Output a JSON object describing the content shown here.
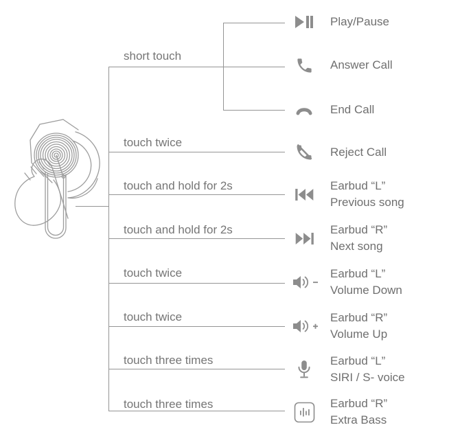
{
  "colors": {
    "text_gray": "#6f6f6f",
    "gesture_text_gray": "#757575",
    "icon_gray": "#8d8d8d",
    "line_gray": "#949494",
    "sketch_gray": "#9c9c9c",
    "background": "#ffffff"
  },
  "illustration": {
    "name": "earbud-with-finger-touch-sketch"
  },
  "gestures": [
    {
      "label": "short touch"
    },
    {
      "label": "touch twice"
    },
    {
      "label": "touch and hold for 2s"
    },
    {
      "label": "touch and hold for 2s"
    },
    {
      "label": "touch twice"
    },
    {
      "label": "touch twice"
    },
    {
      "label": "touch three times"
    },
    {
      "label": "touch three times"
    }
  ],
  "actions": [
    {
      "icon": "play-pause-icon",
      "line1": "Play/Pause"
    },
    {
      "icon": "answer-call-icon",
      "line1": "Answer Call"
    },
    {
      "icon": "end-call-icon",
      "line1": "End Call"
    },
    {
      "icon": "reject-call-icon",
      "line1": "Reject Call"
    },
    {
      "icon": "previous-song-icon",
      "line1": "Earbud “L”",
      "line2": "Previous song"
    },
    {
      "icon": "next-song-icon",
      "line1": "Earbud “R”",
      "line2": "Next song"
    },
    {
      "icon": "volume-down-icon",
      "line1": "Earbud “L”",
      "line2": "Volume Down"
    },
    {
      "icon": "volume-up-icon",
      "line1": "Earbud “R”",
      "line2": "Volume Up"
    },
    {
      "icon": "microphone-icon",
      "line1": "Earbud “L”",
      "line2": "SIRI / S- voice"
    },
    {
      "icon": "extra-bass-icon",
      "line1": "Earbud “R”",
      "line2": "Extra Bass"
    }
  ],
  "mappings": [
    {
      "gesture": "short touch",
      "actions": [
        "Play/Pause",
        "Answer Call",
        "End Call"
      ]
    },
    {
      "gesture": "touch twice",
      "actions": [
        "Reject Call"
      ]
    },
    {
      "gesture": "touch and hold for 2s",
      "actions": [
        "Earbud “L” Previous song"
      ]
    },
    {
      "gesture": "touch and hold for 2s",
      "actions": [
        "Earbud “R” Next song"
      ]
    },
    {
      "gesture": "touch twice",
      "actions": [
        "Earbud “L” Volume Down"
      ]
    },
    {
      "gesture": "touch twice",
      "actions": [
        "Earbud “R” Volume Up"
      ]
    },
    {
      "gesture": "touch three times",
      "actions": [
        "Earbud “L” SIRI / S- voice"
      ]
    },
    {
      "gesture": "touch three times",
      "actions": [
        "Earbud “R” Extra Bass"
      ]
    }
  ]
}
